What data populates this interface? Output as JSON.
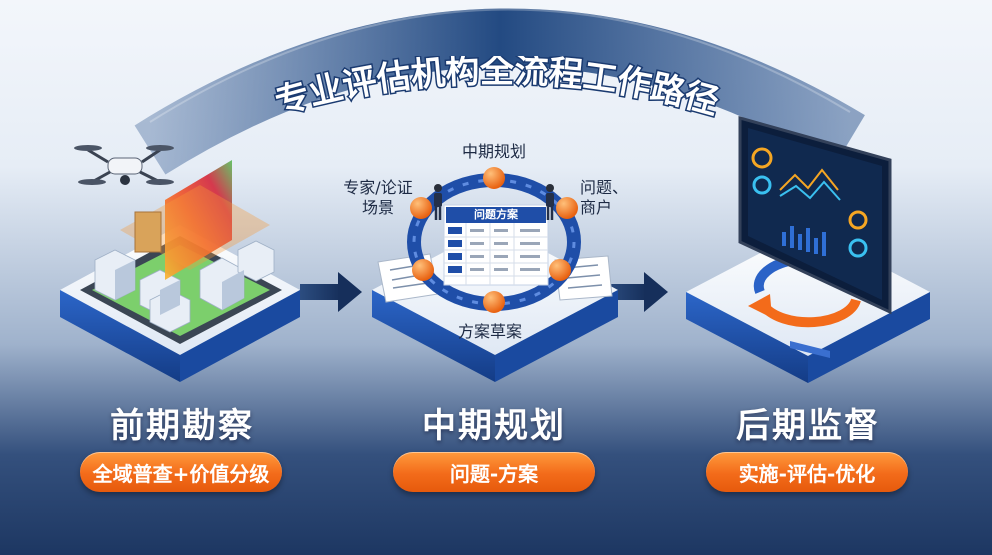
{
  "title": "专业评估机构全流程工作路径",
  "stages": [
    {
      "title": "前期勘察",
      "tag": "全域普查+价值分级"
    },
    {
      "title": "中期规划",
      "tag": "问题-方案"
    },
    {
      "title": "后期监督",
      "tag": "实施-评估-优化"
    }
  ],
  "cycle": {
    "top": "中期规划",
    "left_line1": "专家/论证",
    "left_line2": "场景",
    "right_line1": "问题、",
    "right_line2": "商户",
    "bottom": "方案草案",
    "table_header": "问题方案"
  },
  "colors": {
    "accent": "#f36b1a",
    "navy": "#1d3762",
    "arc": "#2a4f86"
  }
}
